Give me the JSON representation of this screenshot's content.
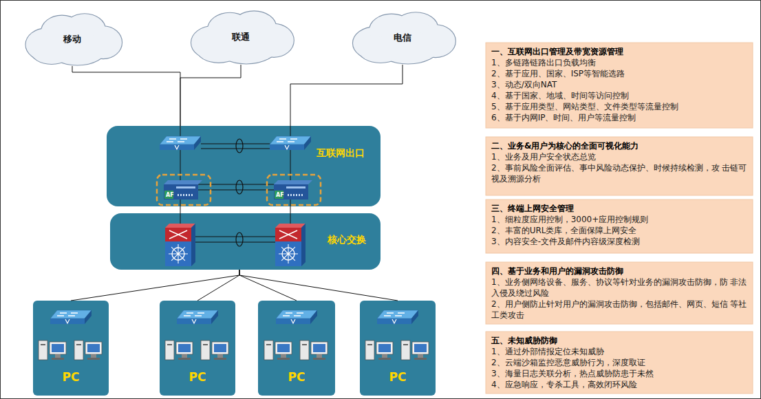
{
  "diagram": {
    "nodes": [
      {
        "text": [
          "移动"
        ]
      },
      {
        "text": [
          "联通"
        ]
      },
      {
        "text": [
          "电信"
        ]
      },
      {
        "text": [
          "互联网出口"
        ]
      },
      {
        "text": [
          "核心交换"
        ]
      },
      {
        "text": [
          "PC"
        ]
      },
      {
        "text": [
          "PC"
        ]
      },
      {
        "text": [
          "PC"
        ]
      },
      {
        "text": [
          "PC"
        ]
      },
      {
        "text": [
          "一、互联网出口管理及带宽资源管理",
          "1、多链路链路出口负载均衡",
          "2、基于应用、国家、ISP等智能选路",
          "3、动态/双向NAT",
          "4、基于国家、地域、时间等访问控制",
          "5、基于应用类型、网站类型、文件类型等流量控制",
          "6、基于内网IP、时间、用户等流量控制"
        ]
      },
      {
        "text": [
          "二、业务&用户为核心的全面可视化能力",
          "1、业务及用户安全状态总览",
          "2、事前风险全面评估、事中风险动态保护、时候持续检测，攻 击链可视及溯源分析"
        ]
      },
      {
        "text": [
          "三、终端上网安全管理",
          "1、细粒度应用控制，3000+应用控制规则",
          "2、丰富的URL类库，全面保障上网安全",
          "3、内容安全-文件及邮件内容级深度检测"
        ]
      },
      {
        "text": [
          "四、基于业务和用户的漏洞攻击防御",
          "1、业务侧网络设备、服务、协议等针对业务的漏洞攻击防御，防 非法入侵及绕过风险",
          "2、用户侧防止针对用户的漏洞攻击防御，包括邮件、网页、短信 等社工类攻击"
        ]
      },
      {
        "text": [
          "五、未知威胁防御",
          "1、通过外部情报定位未知威胁",
          "2、云端沙箱监控恶意威胁行为，深度取证",
          "3、海量日志关联分析，热点威胁防患于未然",
          "4、应急响应，专杀工具，高效闭环风险"
        ]
      }
    ],
    "edges": [
      {
        "from": 0,
        "to": 3,
        "arrow": "none"
      },
      {
        "from": 1,
        "to": 3,
        "arrow": "none"
      },
      {
        "from": 2,
        "to": 3,
        "arrow": "none"
      },
      {
        "from": 4,
        "to": 5,
        "arrow": "none"
      },
      {
        "from": 4,
        "to": 6,
        "arrow": "none"
      },
      {
        "from": 4,
        "to": 7,
        "arrow": "none"
      },
      {
        "from": 4,
        "to": 8,
        "arrow": "none"
      }
    ],
    "labels": [
      "AF",
      "AF"
    ]
  }
}
